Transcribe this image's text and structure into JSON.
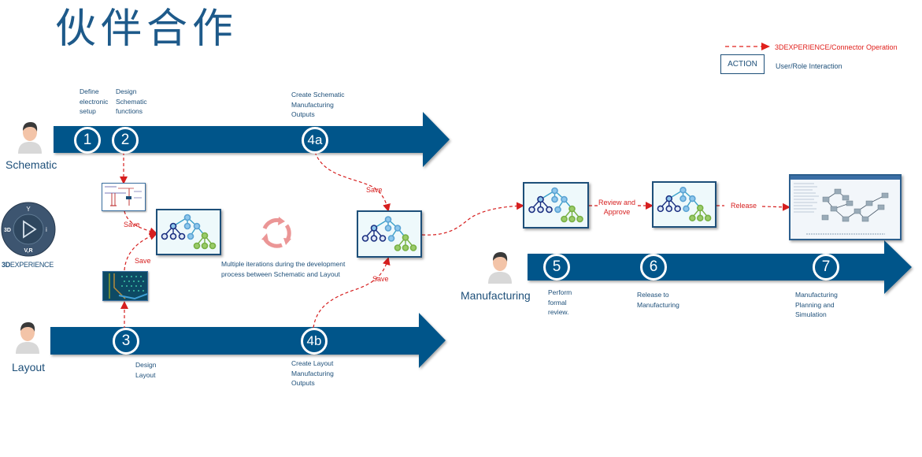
{
  "title": "伙伴合作",
  "legend": {
    "operation_label": "3DEXPERIENCE/Connector Operation",
    "action_box_label": "ACTION",
    "interaction_label": "User/Role Interaction",
    "operation_color": "#e0201c",
    "interaction_color": "#1d4f79"
  },
  "colors": {
    "arrow_blue": "#00548a",
    "text_blue": "#1d4f79",
    "dashed_red": "#d61f1f"
  },
  "roles": {
    "schematic": "Schematic",
    "layout": "Layout",
    "manufacturing": "Manufacturing"
  },
  "brand": {
    "logo_bold": "3D",
    "logo_rest": "EXPERIENCE",
    "compass_left": "3D",
    "compass_bottom": "V,R",
    "compass_right": "i",
    "icon": "3dexperience-compass-icon"
  },
  "steps": {
    "s1": {
      "number": "1",
      "label_lines": [
        "Define",
        "electronic",
        "setup"
      ]
    },
    "s2": {
      "number": "2",
      "label_lines": [
        "Design",
        "Schematic",
        "functions"
      ]
    },
    "s3": {
      "number": "3",
      "label_lines": [
        "Design",
        "Layout"
      ]
    },
    "s4a": {
      "number": "4a",
      "label_lines": [
        "Create Schematic",
        "Manufacturing",
        "Outputs"
      ]
    },
    "s4b": {
      "number": "4b",
      "label_lines": [
        "Create Layout",
        "Manufacturing",
        "Outputs"
      ]
    },
    "s5": {
      "number": "5",
      "label_lines": [
        "Perform",
        "formal",
        "review."
      ]
    },
    "s6": {
      "number": "6",
      "label_lines": [
        "Release to",
        "Manufacturing"
      ]
    },
    "s7": {
      "number": "7",
      "label_lines": [
        "Manufacturing",
        "Planning and",
        "Simulation"
      ]
    }
  },
  "connectors": {
    "save_schematic": "Save",
    "save_layout": "Save",
    "save_4a": "Save",
    "save_4b": "Save",
    "review_line1": "Review and",
    "review_line2": "Approve",
    "release": "Release"
  },
  "iteration_note": {
    "line1": "Multiple iterations during the development",
    "line2": "process between Schematic and Layout",
    "icon": "cycle-arrows-icon"
  }
}
